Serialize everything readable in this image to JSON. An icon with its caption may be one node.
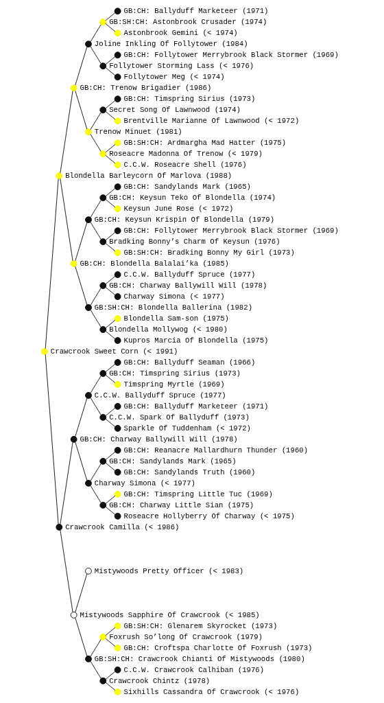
{
  "diagram": {
    "nodes": [
      {
        "text": [],
        "shape": "circle",
        "beside": [
          "GB:CH: Ballyduff Marketeer (1971)"
        ]
      },
      {
        "text": [],
        "shape": "circle",
        "beside": [
          "GB:SH:CH: Astonbrook Crusader (1974)"
        ]
      },
      {
        "text": [],
        "shape": "circle",
        "beside": [
          "Astonbrook Gemini (< 1974)"
        ]
      },
      {
        "text": [],
        "shape": "circle",
        "beside": [
          "Joline Inkling Of Follytower (1984)"
        ]
      },
      {
        "text": [],
        "shape": "circle",
        "beside": [
          "GB:CH: Follytower Merrybrook Black Stormer (1969)"
        ]
      },
      {
        "text": [],
        "shape": "circle",
        "beside": [
          "Follytower Storming Lass (< 1976)"
        ]
      },
      {
        "text": [],
        "shape": "circle",
        "beside": [
          "Follytower Meg (< 1974)"
        ]
      },
      {
        "text": [],
        "shape": "circle",
        "beside": [
          "GB:CH: Trenow Brigadier (1986)"
        ]
      },
      {
        "text": [],
        "shape": "circle",
        "beside": [
          "GB:CH: Timspring Sirius (1973)"
        ]
      },
      {
        "text": [],
        "shape": "circle",
        "beside": [
          "Secret Song Of Lawnwood (1974)"
        ]
      },
      {
        "text": [],
        "shape": "circle",
        "beside": [
          "Brentville Marianne Of Lawnwood (< 1972)"
        ]
      },
      {
        "text": [],
        "shape": "circle",
        "beside": [
          "Trenow Minuet (1981)"
        ]
      },
      {
        "text": [],
        "shape": "circle",
        "beside": [
          "GB:SH:CH: Ardmargha Mad Hatter (1975)"
        ]
      },
      {
        "text": [],
        "shape": "circle",
        "beside": [
          "Roseacre Madonna Of Trenow (< 1979)"
        ]
      },
      {
        "text": [],
        "shape": "circle",
        "beside": [
          "C.C.W. Roseacre Shell (1976)"
        ]
      },
      {
        "text": [],
        "shape": "circle",
        "beside": [
          "Blondella Barleycorn Of Marlova (1988)"
        ]
      },
      {
        "text": [],
        "shape": "circle",
        "beside": [
          "GB:CH: Sandylands Mark (1965)"
        ]
      },
      {
        "text": [],
        "shape": "circle",
        "beside": [
          "GB:CH: Keysun Teko Of Blondella (1974)"
        ]
      },
      {
        "text": [],
        "shape": "circle",
        "beside": [
          "Keysun June Rose (< 1972)"
        ]
      },
      {
        "text": [],
        "shape": "circle",
        "beside": [
          "GB:CH: Keysun Krispin Of Blondella (1979)"
        ]
      },
      {
        "text": [],
        "shape": "circle",
        "beside": [
          "GB:CH: Follytower Merrybrook Black Stormer (1969)"
        ]
      },
      {
        "text": [],
        "shape": "circle",
        "beside": [
          "Bradking Bonny’s Charm Of Keysun (1976)"
        ]
      },
      {
        "text": [],
        "shape": "circle",
        "beside": [
          "GB:SH:CH: Bradking Bonny My Girl (1973)"
        ]
      },
      {
        "text": [],
        "shape": "circle",
        "beside": [
          "GB:CH: Blondella Balalai’ka (1985)"
        ]
      },
      {
        "text": [],
        "shape": "circle",
        "beside": [
          "C.C.W. Ballyduff Spruce (1977)"
        ]
      },
      {
        "text": [],
        "shape": "circle",
        "beside": [
          "GB:CH: Charway Ballywill Will (1978)"
        ]
      },
      {
        "text": [],
        "shape": "circle",
        "beside": [
          "Charway Simona (< 1977)"
        ]
      },
      {
        "text": [],
        "shape": "circle",
        "beside": [
          "GB:SH:CH: Blondella Ballerina (1982)"
        ]
      },
      {
        "text": [],
        "shape": "circle",
        "beside": [
          "Blondella Sam-son (1975)"
        ]
      },
      {
        "text": [],
        "shape": "circle",
        "beside": [
          "Blondella Mollywog (< 1980)"
        ]
      },
      {
        "text": [],
        "shape": "circle",
        "beside": [
          "Kupros Marcia Of Blondella (1975)"
        ]
      },
      {
        "text": [],
        "shape": "circle",
        "beside": [
          "Crawcrook Sweet Corn (< 1991)"
        ]
      },
      {
        "text": [],
        "shape": "circle",
        "beside": [
          "GB:CH: Ballyduff Seaman (1966)"
        ]
      },
      {
        "text": [],
        "shape": "circle",
        "beside": [
          "GB:CH: Timspring Sirius (1973)"
        ]
      },
      {
        "text": [],
        "shape": "circle",
        "beside": [
          "Timspring Myrtle (1969)"
        ]
      },
      {
        "text": [],
        "shape": "circle",
        "beside": [
          "C.C.W. Ballyduff Spruce (1977)"
        ]
      },
      {
        "text": [],
        "shape": "circle",
        "beside": [
          "GB:CH: Ballyduff Marketeer (1971)"
        ]
      },
      {
        "text": [],
        "shape": "circle",
        "beside": [
          "C.C.W. Spark Of Ballyduff (1973)"
        ]
      },
      {
        "text": [],
        "shape": "circle",
        "beside": [
          "Sparkle Of Tuddenham (< 1972)"
        ]
      },
      {
        "text": [],
        "shape": "circle",
        "beside": [
          "GB:CH: Charway Ballywill Will (1978)"
        ]
      },
      {
        "text": [],
        "shape": "circle",
        "beside": [
          "GB:CH: Reanacre Mallardhurn Thunder (1960)"
        ]
      },
      {
        "text": [],
        "shape": "circle",
        "beside": [
          "GB:CH: Sandylands Mark (1965)"
        ]
      },
      {
        "text": [],
        "shape": "circle",
        "beside": [
          "GB:CH: Sandylands Truth (1960)"
        ]
      },
      {
        "text": [],
        "shape": "circle",
        "beside": [
          "Charway Simona (< 1977)"
        ]
      },
      {
        "text": [],
        "shape": "circle",
        "beside": [
          "GB:CH: Timspring Little Tuc (1969)"
        ]
      },
      {
        "text": [],
        "shape": "circle",
        "beside": [
          "GB:CH: Charway Little Sian (1975)"
        ]
      },
      {
        "text": [],
        "shape": "circle",
        "beside": [
          "Roseacre Hollyberry Of Charway (< 1975)"
        ]
      },
      {
        "text": [],
        "shape": "circle",
        "beside": [
          "Crawcrook Camilla (< 1986)"
        ]
      },
      {
        "text": [],
        "shape": "circle",
        "beside": [
          "Mistywoods Pretty Officer (< 1983)"
        ]
      },
      {
        "text": [],
        "shape": "circle",
        "beside": [
          "Mistywoods Sapphire Of Crawcrook (< 1985)"
        ]
      },
      {
        "text": [],
        "shape": "circle",
        "beside": [
          "GB:SH:CH: Glenarem Skyrocket (1973)"
        ]
      },
      {
        "text": [],
        "shape": "circle",
        "beside": [
          "Foxrush So’long Of Crawcrook (1979)"
        ]
      },
      {
        "text": [],
        "shape": "circle",
        "beside": [
          "GB:CH: Croftspa Charlotte Of Foxrush (1973)"
        ]
      },
      {
        "text": [],
        "shape": "circle",
        "beside": [
          "GB:SH:CH: Crawcrook Chianti Of Mistywoods (1980)"
        ]
      },
      {
        "text": [],
        "shape": "circle",
        "beside": [
          "C.C.W. Crawcrook Calhiban (1976)"
        ]
      },
      {
        "text": [],
        "shape": "circle",
        "beside": [
          "Crawcrook Chintz (1978)"
        ]
      },
      {
        "text": [],
        "shape": "circle",
        "beside": [
          "Sixhills Cassandra Of Crawcrook (< 1976)"
        ]
      }
    ],
    "edges": [
      {
        "from": 1,
        "to": 0,
        "arrow": "none"
      },
      {
        "from": 1,
        "to": 2,
        "arrow": "none"
      },
      {
        "from": 3,
        "to": 1,
        "arrow": "none"
      },
      {
        "from": 3,
        "to": 5,
        "arrow": "none"
      },
      {
        "from": 5,
        "to": 4,
        "arrow": "none"
      },
      {
        "from": 5,
        "to": 6,
        "arrow": "none"
      },
      {
        "from": 7,
        "to": 3,
        "arrow": "none"
      },
      {
        "from": 7,
        "to": 11,
        "arrow": "none"
      },
      {
        "from": 9,
        "to": 8,
        "arrow": "none"
      },
      {
        "from": 9,
        "to": 10,
        "arrow": "none"
      },
      {
        "from": 11,
        "to": 9,
        "arrow": "none"
      },
      {
        "from": 11,
        "to": 13,
        "arrow": "none"
      },
      {
        "from": 13,
        "to": 12,
        "arrow": "none"
      },
      {
        "from": 13,
        "to": 14,
        "arrow": "none"
      },
      {
        "from": 15,
        "to": 7,
        "arrow": "none"
      },
      {
        "from": 15,
        "to": 23,
        "arrow": "none"
      },
      {
        "from": 17,
        "to": 16,
        "arrow": "none"
      },
      {
        "from": 17,
        "to": 18,
        "arrow": "none"
      },
      {
        "from": 19,
        "to": 17,
        "arrow": "none"
      },
      {
        "from": 19,
        "to": 21,
        "arrow": "none"
      },
      {
        "from": 21,
        "to": 20,
        "arrow": "none"
      },
      {
        "from": 21,
        "to": 22,
        "arrow": "none"
      },
      {
        "from": 23,
        "to": 19,
        "arrow": "none"
      },
      {
        "from": 23,
        "to": 27,
        "arrow": "none"
      },
      {
        "from": 25,
        "to": 24,
        "arrow": "none"
      },
      {
        "from": 25,
        "to": 26,
        "arrow": "none"
      },
      {
        "from": 27,
        "to": 25,
        "arrow": "none"
      },
      {
        "from": 27,
        "to": 29,
        "arrow": "none"
      },
      {
        "from": 29,
        "to": 28,
        "arrow": "none"
      },
      {
        "from": 29,
        "to": 30,
        "arrow": "none"
      },
      {
        "from": 31,
        "to": 15,
        "arrow": "none"
      },
      {
        "from": 31,
        "to": 47,
        "arrow": "none"
      },
      {
        "from": 33,
        "to": 32,
        "arrow": "none"
      },
      {
        "from": 33,
        "to": 34,
        "arrow": "none"
      },
      {
        "from": 35,
        "to": 33,
        "arrow": "none"
      },
      {
        "from": 35,
        "to": 37,
        "arrow": "none"
      },
      {
        "from": 37,
        "to": 36,
        "arrow": "none"
      },
      {
        "from": 37,
        "to": 38,
        "arrow": "none"
      },
      {
        "from": 39,
        "to": 35,
        "arrow": "none"
      },
      {
        "from": 39,
        "to": 43,
        "arrow": "none"
      },
      {
        "from": 41,
        "to": 40,
        "arrow": "none"
      },
      {
        "from": 41,
        "to": 42,
        "arrow": "none"
      },
      {
        "from": 43,
        "to": 41,
        "arrow": "none"
      },
      {
        "from": 43,
        "to": 45,
        "arrow": "none"
      },
      {
        "from": 45,
        "to": 44,
        "arrow": "none"
      },
      {
        "from": 45,
        "to": 46,
        "arrow": "none"
      },
      {
        "from": 47,
        "to": 39,
        "arrow": "none"
      },
      {
        "from": 47,
        "to": 49,
        "arrow": "none"
      },
      {
        "from": 49,
        "to": 48,
        "arrow": "none"
      },
      {
        "from": 49,
        "to": 53,
        "arrow": "none"
      },
      {
        "from": 51,
        "to": 50,
        "arrow": "none"
      },
      {
        "from": 51,
        "to": 52,
        "arrow": "none"
      },
      {
        "from": 53,
        "to": 51,
        "arrow": "none"
      },
      {
        "from": 53,
        "to": 55,
        "arrow": "none"
      },
      {
        "from": 55,
        "to": 54,
        "arrow": "none"
      },
      {
        "from": 55,
        "to": 56,
        "arrow": "none"
      }
    ]
  }
}
